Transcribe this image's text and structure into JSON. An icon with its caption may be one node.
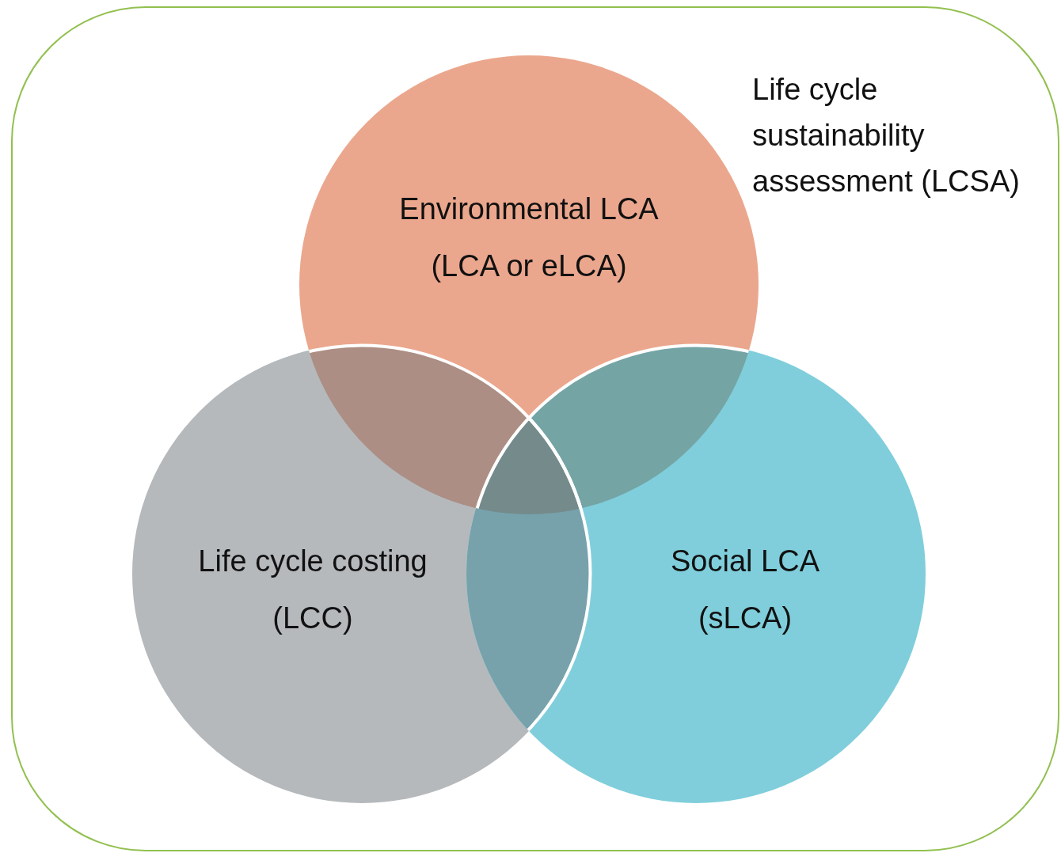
{
  "diagram": {
    "nodes": [
      {
        "text": [
          "Life cycle sustainability assessment (LCSA)"
        ]
      },
      {
        "text": [
          "Environmental LCA (LCA or eLCA)"
        ],
        "in": 0
      },
      {
        "text": [
          "Life cycle costing (LCC)"
        ],
        "in": 0
      },
      {
        "text": [
          "Social LCA (sLCA)"
        ],
        "in": 0
      }
    ]
  }
}
